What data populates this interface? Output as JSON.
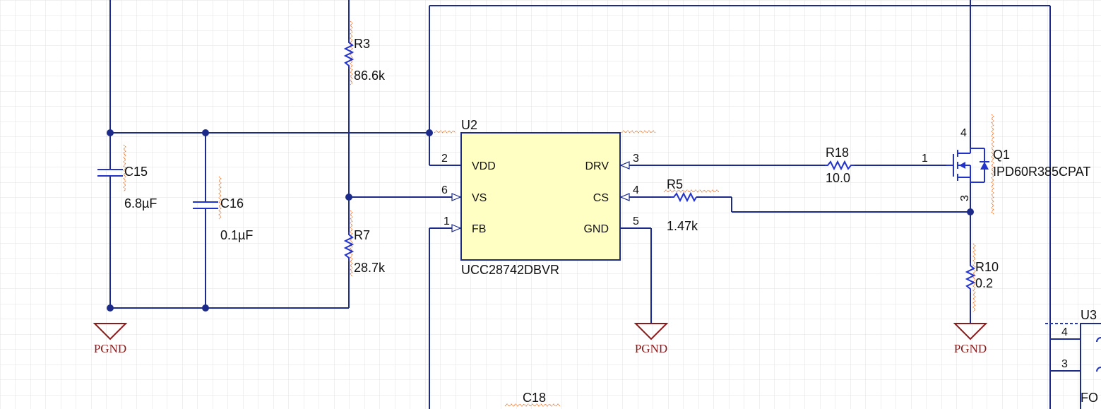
{
  "components": {
    "U2": {
      "ref": "U2",
      "part": "UCC28742DBVR",
      "pins": {
        "p1": "1",
        "p2": "2",
        "p3": "3",
        "p4": "4",
        "p5": "5",
        "p6": "6",
        "vdd": "VDD",
        "vs": "VS",
        "fb": "FB",
        "drv": "DRV",
        "cs": "CS",
        "gnd": "GND"
      }
    },
    "R3": {
      "ref": "R3",
      "value": "86.6k"
    },
    "R7": {
      "ref": "R7",
      "value": "28.7k"
    },
    "R5": {
      "ref": "R5",
      "value": "1.47k"
    },
    "R18": {
      "ref": "R18",
      "value": "10.0"
    },
    "R10": {
      "ref": "R10",
      "value": "0.2"
    },
    "C15": {
      "ref": "C15",
      "value": "6.8µF"
    },
    "C16": {
      "ref": "C16",
      "value": "0.1µF"
    },
    "C18": {
      "ref": "C18"
    },
    "Q1": {
      "ref": "Q1",
      "part": "IPD60R385CPAT",
      "pin_gate": "1",
      "pin_drain": "4",
      "pin_source": "3"
    },
    "U3": {
      "ref": "U3",
      "pin_a": "4",
      "pin_b": "3",
      "part_fragment": "FO"
    }
  },
  "ground_label": "PGND",
  "colors": {
    "wire": "#1c2a8a",
    "component": "#2233cc",
    "ground": "#8b1a1a",
    "ic_fill": "#ffffc4",
    "grid": "#e2e2e2"
  }
}
